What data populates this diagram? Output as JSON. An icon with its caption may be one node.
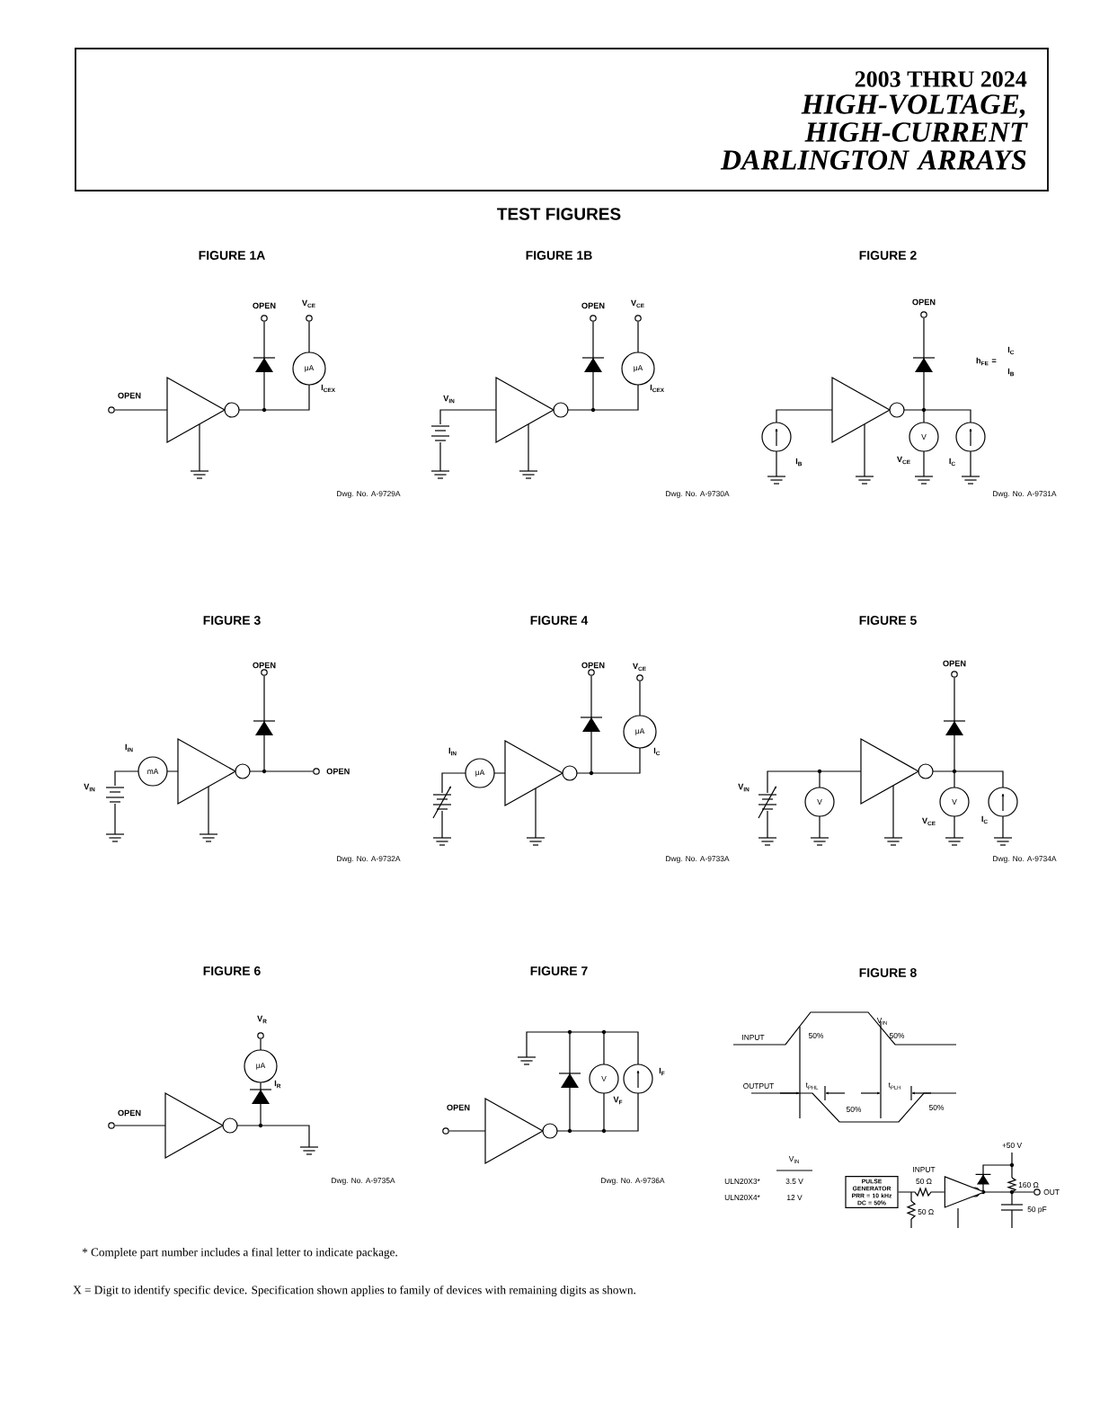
{
  "diagram": {
    "title": "TEST FIGURES",
    "nodes": [
      {
        "text": [
          "PULSE GENERATOR PRR = 10 kHz DC = 50%"
        ]
      },
      {
        "text": [],
        "shape": "triangle"
      }
    ],
    "edges": [
      {
        "from": 0,
        "to": 1,
        "arrow": "none"
      }
    ],
    "labels": [
      "2003 THRU 2024",
      "HIGH-VOLTAGE, HIGH-CURRENT DARLINGTON ARRAYS",
      "FIGURE 1A",
      "FIGURE 1B",
      "FIGURE 2",
      "OPEN",
      "V$_{CE}$",
      "μA",
      "I$_{CEX}$",
      "OPEN",
      "Dwg. No. A-9729A",
      "OPEN",
      "V$_{CE}$",
      "μA",
      "I$_{CEX}$",
      "V$_{IN}$",
      "Dwg. No. A-9730A",
      "OPEN",
      "h$_{FE}$ =",
      "I$_{C}$",
      "I$_{B}$",
      "I$_{B}$",
      "V",
      "V$_{CE}$",
      "I$_{C}$",
      "Dwg. No. A-9731A",
      "FIGURE 3",
      "FIGURE 4",
      "FIGURE 5",
      "OPEN",
      "I$_{IN}$",
      "mA",
      "V$_{IN}$",
      "OPEN",
      "Dwg. No. A-9732A",
      "OPEN",
      "V$_{CE}$",
      "I$_{IN}$",
      "μA",
      "μA",
      "I$_{C}$",
      "Dwg. No. A-9733A",
      "OPEN",
      "V$_{IN}$",
      "V",
      "V",
      "V$_{CE}$",
      "I$_{C}$",
      "Dwg. No. A-9734A",
      "FIGURE 6",
      "FIGURE 7",
      "FIGURE 8",
      "V$_{R}$",
      "μA",
      "I$_{R}$",
      "OPEN",
      "Dwg. No. A-9735A",
      "I$_{F}$",
      "V",
      "V$_{F}$",
      "OPEN",
      "Dwg. No. A-9736A",
      "INPUT",
      "50%",
      "V$_{IN}$",
      "50%",
      "OUTPUT",
      "t$_{PHL}$",
      "t$_{PLH}$",
      "50%",
      "50%",
      "V$_{IN}$",
      "ULN20X3*",
      "3.5 V",
      "ULN20X4*",
      "12 V",
      "+50 V",
      "INPUT",
      "50 Ω",
      "160 Ω",
      "OUT",
      "50 Ω",
      "50 pF",
      "*  Complete part number includes a final letter to indicate package.",
      "X = Digit to identify specific device. Specification shown applies to family of devices with remaining digits as shown."
    ]
  }
}
